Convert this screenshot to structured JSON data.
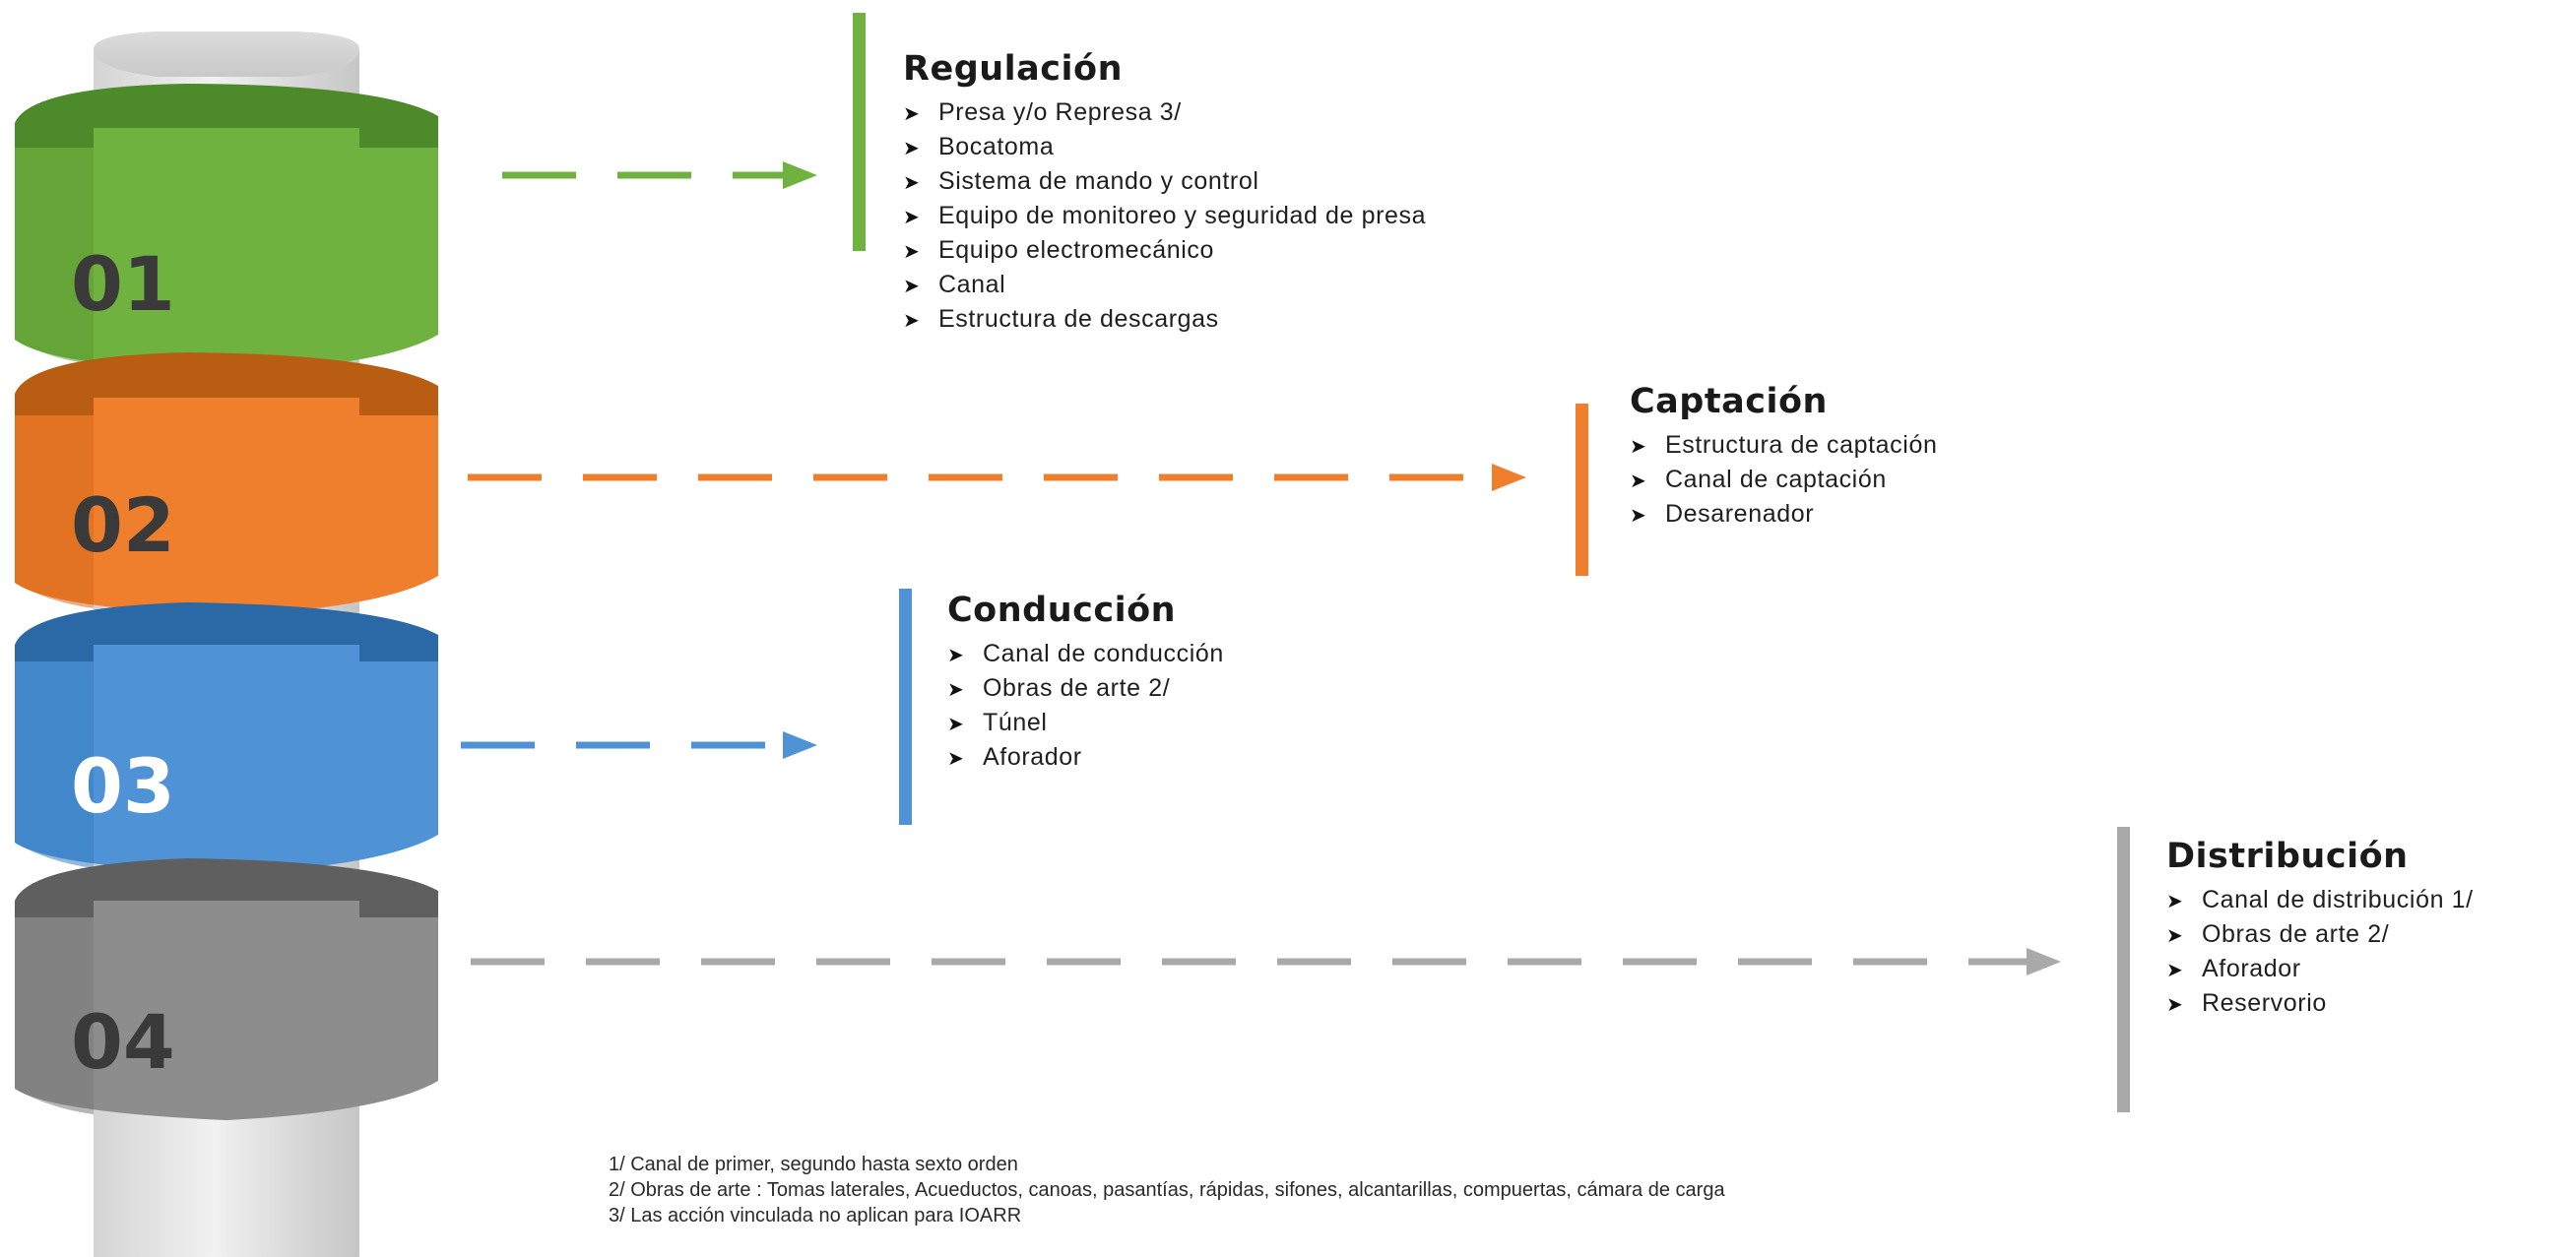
{
  "column": {
    "colors": {
      "green": "#6fb23f",
      "orange": "#ef7f2c",
      "blue": "#4f93d6",
      "gray": "#8d8d8d",
      "pillar_light": "#e9e9e9",
      "pillar_dark": "#bdbdbd"
    },
    "bands": [
      {
        "number": "01",
        "color": "green"
      },
      {
        "number": "02",
        "color": "orange"
      },
      {
        "number": "03",
        "color": "blue"
      },
      {
        "number": "04",
        "color": "gray"
      }
    ]
  },
  "sections": [
    {
      "title": "Regulación",
      "color": "#6fb23f",
      "items": [
        "Presa y/o Represa 3/",
        "Bocatoma",
        "Sistema de mando y control",
        "Equipo de monitoreo y seguridad de presa",
        "Equipo electromecánico",
        "Canal",
        "Estructura de descargas"
      ]
    },
    {
      "title": "Captación",
      "color": "#ef7f2c",
      "items": [
        "Estructura de captación",
        "Canal de captación",
        "Desarenador"
      ]
    },
    {
      "title": "Conducción",
      "color": "#4f93d6",
      "items": [
        "Canal de conducción",
        "Obras de arte 2/",
        "Túnel",
        "Aforador"
      ]
    },
    {
      "title": "Distribución",
      "color": "#a9a9a9",
      "items": [
        "Canal de distribución 1/",
        "Obras de arte 2/",
        "Aforador",
        "Reservorio"
      ]
    }
  ],
  "bullet_glyph": "➤",
  "footnotes": [
    "1/ Canal de primer, segundo hasta sexto orden",
    "2/  Obras de arte : Tomas laterales, Acueductos, canoas, pasantías, rápidas, sifones, alcantarillas, compuertas, cámara de carga",
    "3/ Las acción vinculada no aplican para IOARR"
  ]
}
